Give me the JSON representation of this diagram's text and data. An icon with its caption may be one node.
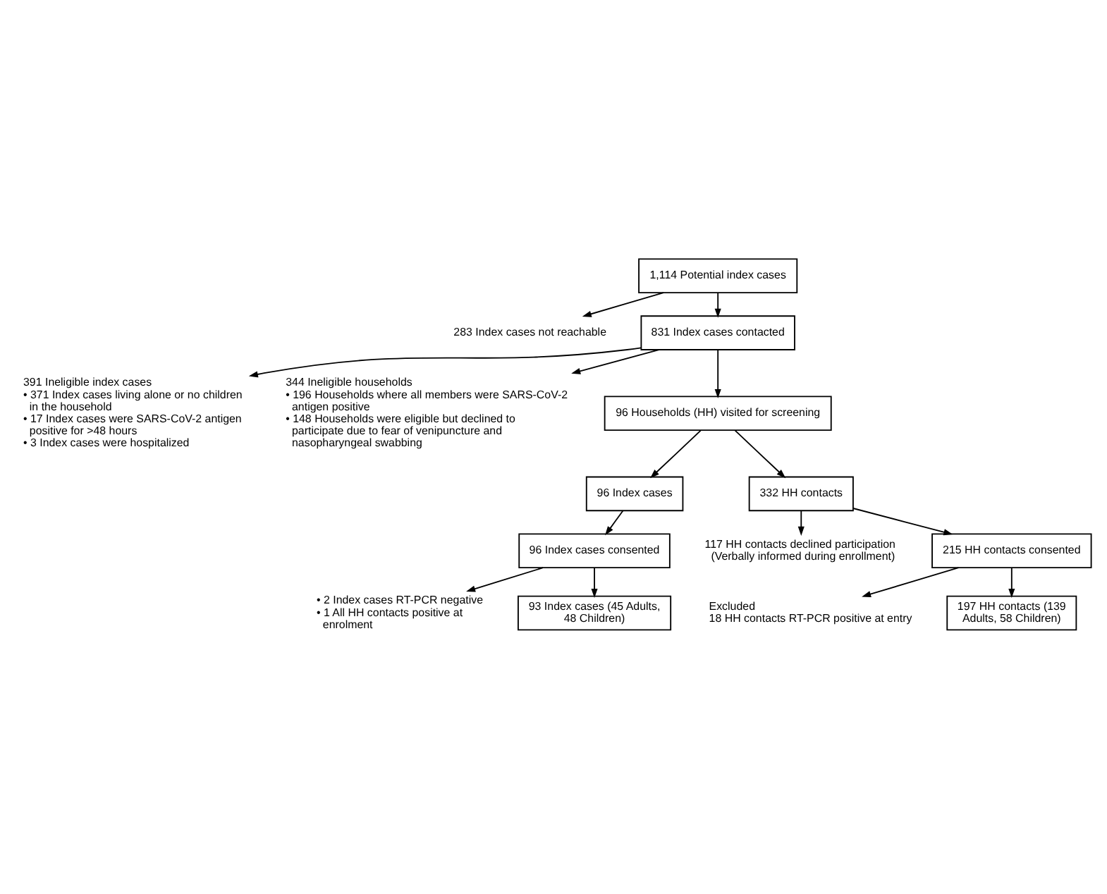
{
  "diagram": {
    "nodes": [
      {
        "text": [
          "1,114 Potential index cases"
        ]
      },
      {
        "text": [
          "283 Index cases not reachable"
        ]
      },
      {
        "text": [
          "831 Index cases contacted"
        ]
      },
      {
        "text": [
          "391 Ineligible index cases",
          "• 371 Index cases living alone or no children in the household",
          "• 17 Index cases were SARS-CoV-2 antigen positive for >48 hours",
          "• 3 Index cases were hospitalized"
        ]
      },
      {
        "text": [
          "344 Ineligible households",
          "• 196 Households where all members were SARS-CoV-2 antigen positive",
          "• 148 Households were eligible but declined to participate due to fear of venipuncture and nasopharyngeal swabbing"
        ]
      },
      {
        "text": [
          "96 Households (HH) visited for screening"
        ]
      },
      {
        "text": [
          "96 Index cases"
        ]
      },
      {
        "text": [
          "332 HH contacts"
        ]
      },
      {
        "text": [
          "117 HH contacts declined participation (Verbally informed during enrollment)"
        ]
      },
      {
        "text": [
          "96 Index cases consented"
        ]
      },
      {
        "text": [
          "215 HH contacts consented"
        ]
      },
      {
        "text": [
          "• 2 Index cases RT-PCR negative",
          "• 1 All HH contacts positive at enrolment"
        ]
      },
      {
        "text": [
          "Excluded",
          "18 HH contacts RT-PCR positive at entry"
        ]
      },
      {
        "text": [
          "93 Index cases (45 Adults, 48 Children)"
        ]
      },
      {
        "text": [
          "197 HH contacts (139 Adults, 58 Children)"
        ]
      }
    ],
    "edges": [
      {
        "from": 0,
        "to": 2,
        "arrow": "to"
      },
      {
        "from": 0,
        "to": 1,
        "arrow": "to"
      },
      {
        "from": 2,
        "to": 5,
        "arrow": "to"
      },
      {
        "from": 2,
        "to": 3,
        "arrow": "to"
      },
      {
        "from": 2,
        "to": 4,
        "arrow": "to"
      },
      {
        "from": 5,
        "to": 6,
        "arrow": "to"
      },
      {
        "from": 5,
        "to": 7,
        "arrow": "to"
      },
      {
        "from": 6,
        "to": 9,
        "arrow": "to"
      },
      {
        "from": 7,
        "to": 10,
        "arrow": "to"
      },
      {
        "from": 7,
        "to": 8,
        "arrow": "to"
      },
      {
        "from": 9,
        "to": 13,
        "arrow": "to"
      },
      {
        "from": 9,
        "to": 11,
        "arrow": "to"
      },
      {
        "from": 10,
        "to": 14,
        "arrow": "to"
      },
      {
        "from": 10,
        "to": 12,
        "arrow": "to"
      }
    ]
  }
}
